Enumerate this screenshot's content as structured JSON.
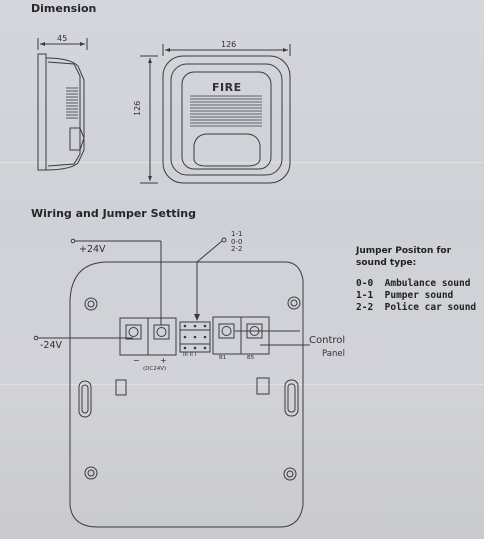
{
  "dimension": {
    "title": "Dimension",
    "side_width": "45",
    "front_width": "126",
    "front_height": "126",
    "fire_label": "FIRE"
  },
  "wiring": {
    "title": "Wiring and Jumper Setting",
    "plus24": "+24V",
    "minus24": "-24V",
    "jumper_options": [
      "1-1",
      "0-0",
      "2-2"
    ],
    "control": "Control",
    "panel": "Panel",
    "terminal_minus": "−",
    "terminal_plus": "+",
    "dc_label": "(DC24V)",
    "b1": "B1",
    "b5": "B5",
    "jumper_pins": "III II I"
  },
  "legend": {
    "heading_1": "Jumper Positon for",
    "heading_2": "sound type:",
    "items": [
      {
        "code": "0-0",
        "sound": "Ambulance sound"
      },
      {
        "code": "1-1",
        "sound": "Pumper sound"
      },
      {
        "code": "2-2",
        "sound": "Police car sound"
      }
    ]
  }
}
